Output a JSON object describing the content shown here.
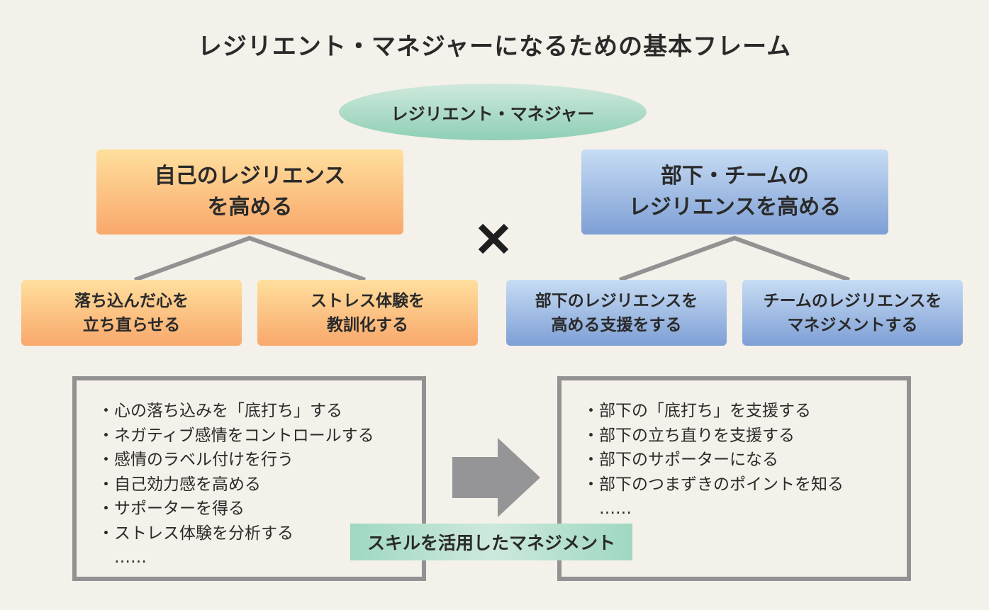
{
  "title": "レジリエント・マネジャーになるための基本フレーム",
  "top_node": "レジリエント・マネジャー",
  "left_branch": {
    "main": "自己のレジリエンス\nを高める",
    "sub": [
      "落ち込んだ心を\n立ち直らせる",
      "ストレス体験を\n教訓化する"
    ]
  },
  "right_branch": {
    "main": "部下・チームの\nレジリエンスを高める",
    "sub": [
      "部下のレジリエンスを\n高める支援をする",
      "チームのレジリエンスを\nマネジメントする"
    ]
  },
  "cross_symbol": "×",
  "left_list": [
    "心の落ち込みを「底打ち」する",
    "ネガティブ感情をコントロールする",
    "感情のラベル付けを行う",
    "自己効力感を高める",
    "サポーターを得る",
    "ストレス体験を分析する"
  ],
  "left_list_more": "……",
  "right_list": [
    "部下の「底打ち」を支援する",
    "部下の立ち直りを支援する",
    "部下のサポーターになる",
    "部下のつまずきのポイントを知る"
  ],
  "right_list_more": "……",
  "skill_label": "スキルを活用したマネジメント",
  "colors": {
    "orange_top": "#ffdf9d",
    "orange_bottom": "#f9a86c",
    "blue_top": "#c7dcf4",
    "blue_bottom": "#7e9fd5",
    "green": "#8fcfb6",
    "gray": "#929292"
  }
}
